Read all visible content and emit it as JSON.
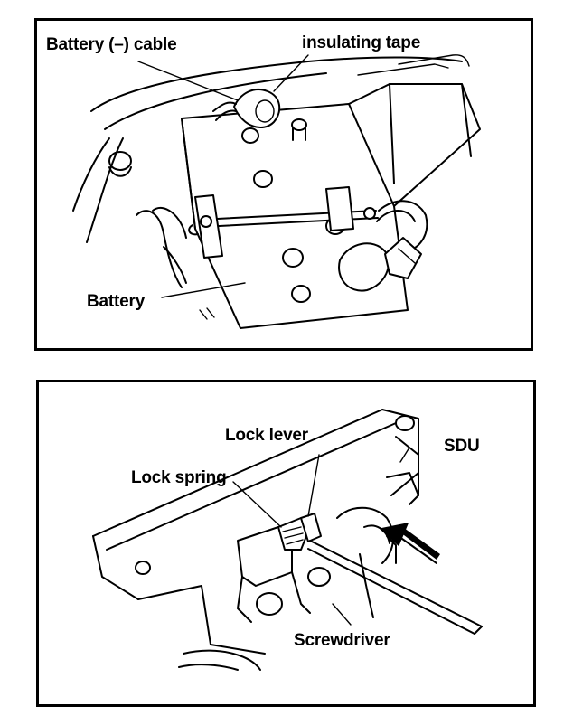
{
  "figure_top": {
    "labels": {
      "battery_cable": "Battery (–) cable",
      "insulating_tape": "insulating tape",
      "battery": "Battery"
    }
  },
  "figure_bottom": {
    "labels": {
      "lock_lever": "Lock lever",
      "sdu": "SDU",
      "lock_spring": "Lock spring",
      "screwdriver": "Screwdriver"
    }
  }
}
